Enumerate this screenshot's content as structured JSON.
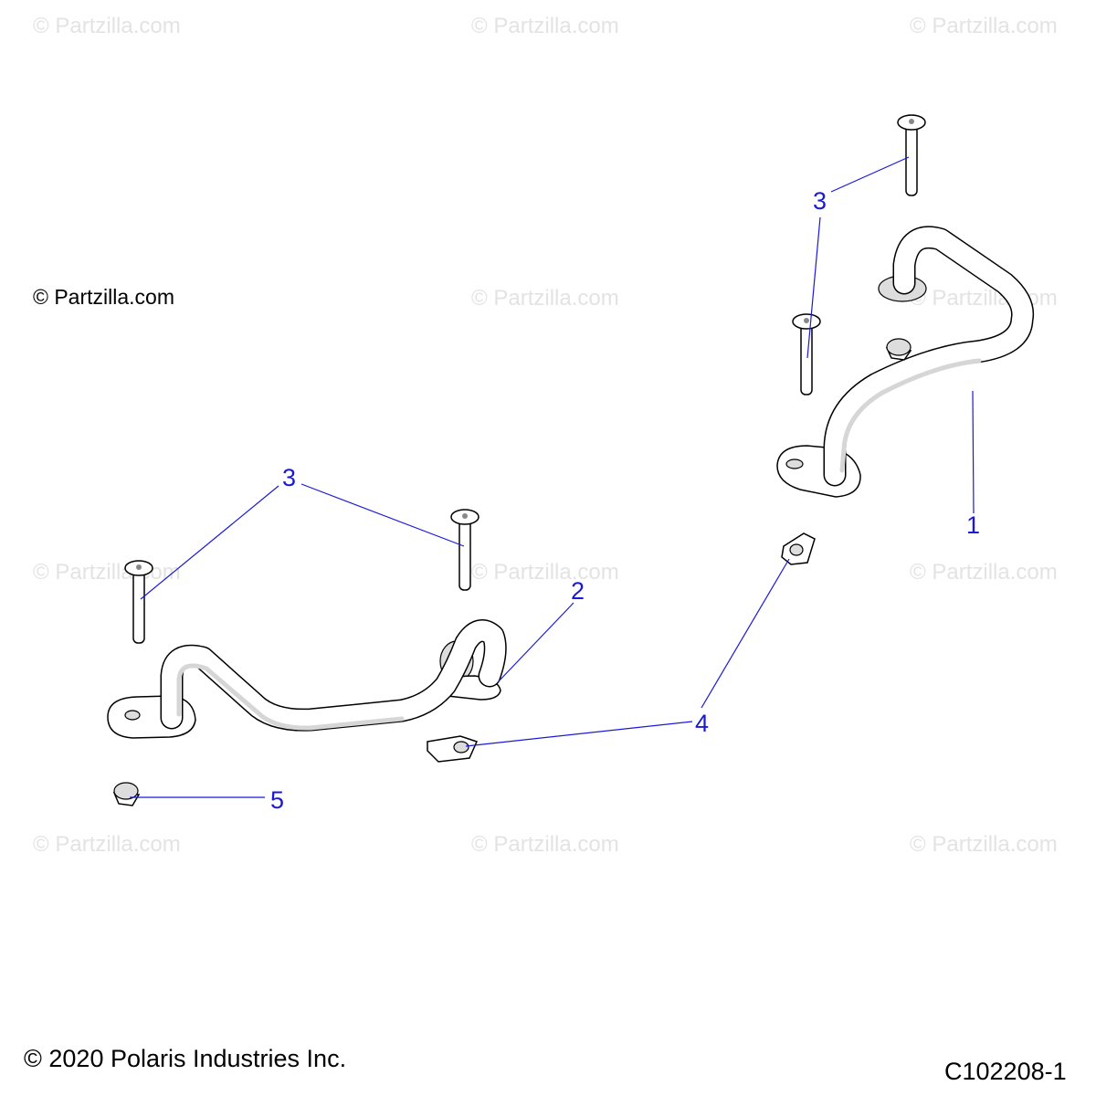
{
  "watermark_text": "© Partzilla.com",
  "partzilla_notice": "© Partzilla.com",
  "copyright": "© 2020 Polaris Industries Inc.",
  "diagram_code": "C102208-1",
  "callouts": {
    "part_1": "1",
    "part_2": "2",
    "part_3_upper": "3",
    "part_3_lower": "3",
    "part_4": "4",
    "part_5": "5"
  }
}
